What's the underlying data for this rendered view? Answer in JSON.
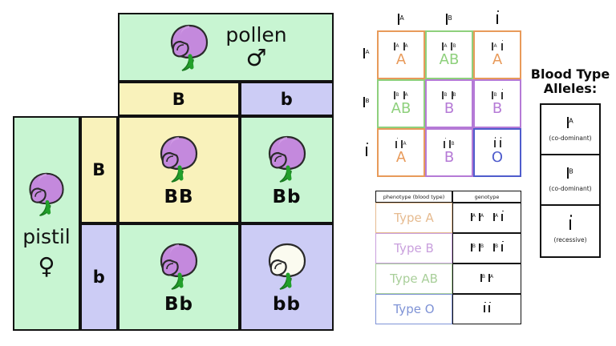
{
  "pea_punnett": {
    "pollen": {
      "label": "pollen",
      "symbol": "♂"
    },
    "pistil": {
      "label": "pistil",
      "symbol": "♀"
    },
    "col_headers": [
      "B",
      "b"
    ],
    "row_headers": [
      "B",
      "b"
    ],
    "cells": [
      {
        "genotype": "BB",
        "flower": "purple",
        "bg": "yellow"
      },
      {
        "genotype": "Bb",
        "flower": "purple",
        "bg": "green"
      },
      {
        "genotype": "Bb",
        "flower": "purple",
        "bg": "green"
      },
      {
        "genotype": "bb",
        "flower": "white",
        "bg": "lavender"
      }
    ],
    "colors": {
      "green": "#c8f5d2",
      "yellow": "#f9f2bb",
      "lavender": "#ccccf5",
      "border": "#111111",
      "flower_purple": "#c07ddb",
      "flower_white": "#fbfbf2",
      "stem_green": "#22a02a"
    }
  },
  "blood_punnett": {
    "col_headers": [
      "I",
      "I",
      "i"
    ],
    "col_header_sup": [
      "A",
      "B",
      ""
    ],
    "row_headers": [
      "I",
      "I",
      "i"
    ],
    "row_header_sup": [
      "A",
      "B",
      ""
    ],
    "cells": [
      {
        "genotype": "Iᴬ Iᴬ",
        "g1": "A",
        "g2": "A",
        "phenotype": "A",
        "color": "#e89a5a"
      },
      {
        "genotype": "Iᴬ Iᴮ",
        "g1": "A",
        "g2": "B",
        "phenotype": "AB",
        "color": "#8ed07c"
      },
      {
        "genotype": "Iᴬ i",
        "g1": "A",
        "g2": "",
        "phenotype": "A",
        "color": "#e89a5a"
      },
      {
        "genotype": "Iᴮ Iᴬ",
        "g1": "B",
        "g2": "A",
        "phenotype": "AB",
        "color": "#8ed07c"
      },
      {
        "genotype": "Iᴮ Iᴮ",
        "g1": "B",
        "g2": "B",
        "phenotype": "B",
        "color": "#b57ad6"
      },
      {
        "genotype": "Iᴮ i",
        "g1": "B",
        "g2": "",
        "phenotype": "B",
        "color": "#b57ad6"
      },
      {
        "genotype": "i Iᴬ",
        "g1": "",
        "g2": "A",
        "phenotype": "A",
        "color": "#e89a5a"
      },
      {
        "genotype": "i Iᴮ",
        "g1": "",
        "g2": "B",
        "phenotype": "B",
        "color": "#b57ad6"
      },
      {
        "genotype": "i i",
        "g1": "",
        "g2": "",
        "phenotype": "O",
        "color": "#4f5ccc"
      }
    ]
  },
  "pheno_table": {
    "headers": [
      "phenotype (blood type)",
      "genotype"
    ],
    "rows": [
      {
        "phenotype": "Type A",
        "color": "#e6bb90",
        "genotypes": [
          {
            "base": "I",
            "sup": "A"
          },
          {
            "base": "I",
            "sup": "A"
          },
          {
            "base": "I",
            "sup": "A"
          },
          {
            "base": "i",
            "sup": ""
          }
        ]
      },
      {
        "phenotype": "Type B",
        "color": "#c9a0dd",
        "genotypes": [
          {
            "base": "I",
            "sup": "B"
          },
          {
            "base": "I",
            "sup": "B"
          },
          {
            "base": "I",
            "sup": "B"
          },
          {
            "base": "i",
            "sup": ""
          }
        ]
      },
      {
        "phenotype": "Type AB",
        "color": "#a9cf9a",
        "genotypes": [
          {
            "base": "I",
            "sup": "B"
          },
          {
            "base": "I",
            "sup": "A"
          }
        ]
      },
      {
        "phenotype": "Type O",
        "color": "#7f93d6",
        "genotypes": [
          {
            "base": "i",
            "sup": ""
          },
          {
            "base": "i",
            "sup": ""
          }
        ]
      }
    ]
  },
  "allele_legend": {
    "title_line1": "Blood Type",
    "title_line2": "Alleles:",
    "items": [
      {
        "base": "I",
        "sup": "A",
        "note": "(co-dominant)"
      },
      {
        "base": "I",
        "sup": "B",
        "note": "(co-dominant)"
      },
      {
        "base": "i",
        "sup": "",
        "note": "(recessive)"
      }
    ]
  }
}
